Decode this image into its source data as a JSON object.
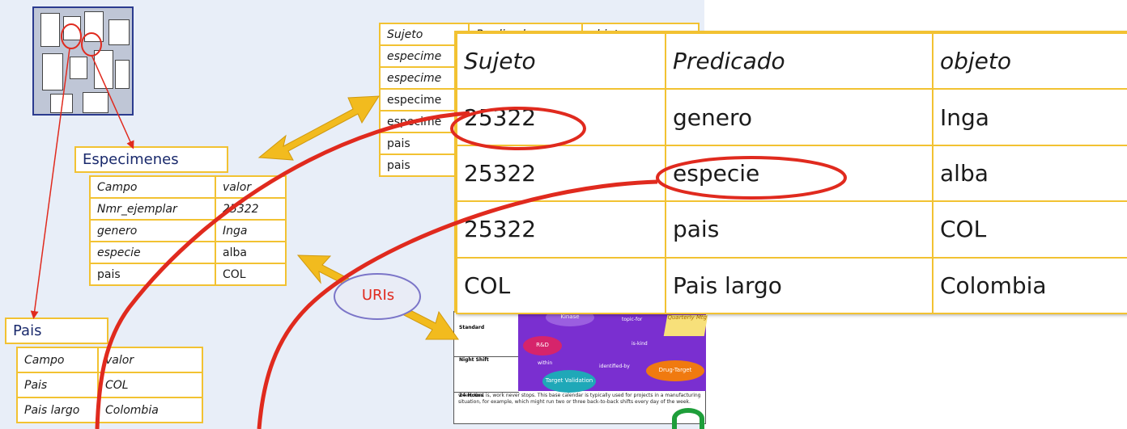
{
  "especimenes": {
    "title": "Especimenes",
    "rows": [
      [
        "Campo",
        "valor"
      ],
      [
        "Nmr_ejemplar",
        "25322"
      ],
      [
        "genero",
        "Inga"
      ],
      [
        "especie",
        "alba"
      ],
      [
        "pais",
        "COL"
      ]
    ]
  },
  "pais": {
    "title": "Pais",
    "rows": [
      [
        "Campo",
        "valor"
      ],
      [
        "Pais",
        "COL"
      ],
      [
        "Pais largo",
        "Colombia"
      ]
    ]
  },
  "background_triples": {
    "rows": [
      [
        "Sujeto",
        "Predicado",
        "objeto"
      ],
      [
        "especime",
        "",
        ""
      ],
      [
        "especime",
        "",
        ""
      ],
      [
        "especime",
        "",
        ""
      ],
      [
        "especime",
        "",
        ""
      ],
      [
        "pais",
        "",
        ""
      ],
      [
        "pais",
        "",
        ""
      ]
    ]
  },
  "triples": {
    "header": [
      "Sujeto",
      "Predicado",
      "objeto"
    ],
    "rows": [
      [
        "25322",
        "genero",
        "Inga"
      ],
      [
        "25322",
        "especie",
        "alba"
      ],
      [
        "25322",
        "pais",
        "COL"
      ],
      [
        "COL",
        "Pais largo",
        "Colombia"
      ]
    ]
  },
  "uris_label": "URIs",
  "semantic_map": {
    "row_labels": [
      "Standard",
      "Night Shift",
      "24 Hours"
    ],
    "nodes": [
      "Kinase",
      "R&D",
      "Target Validation",
      "Drug-Target",
      "Quarterly Mtg"
    ],
    "edge_labels": [
      "topic-for",
      "is-kind",
      "identified-by",
      "within"
    ],
    "note": "week; that is, work never stops. This base calendar is typically used for projects in a manufacturing situation, for example, which might run two or three back-to-back shifts every day of the week."
  },
  "colors": {
    "frame_yellow": "#f2c232",
    "arrow_red": "#e02a1e",
    "title_navy": "#1a2a6c",
    "slide_bg": "#e8eef8"
  }
}
